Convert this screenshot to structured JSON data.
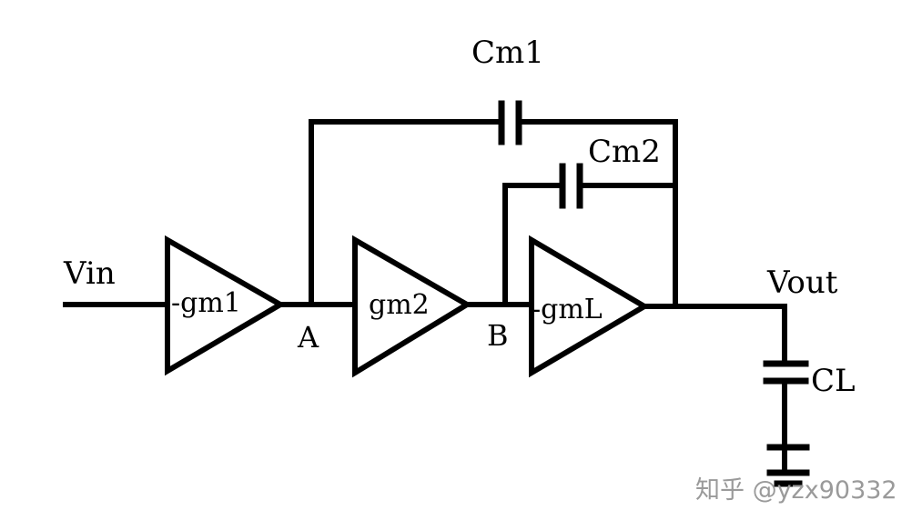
{
  "labels": {
    "vin": "Vin",
    "vout": "Vout",
    "node_a": "A",
    "node_b": "B",
    "cm1": "Cm1",
    "cm2": "Cm2",
    "cl": "CL"
  },
  "amplifiers": {
    "gm1": "-gm1",
    "gm2": "gm2",
    "gml": "-gmL"
  },
  "watermark": "知乎 @yzx90332",
  "colors": {
    "line": "#000000",
    "background": "#ffffff",
    "watermark": "#9a9a9a"
  }
}
